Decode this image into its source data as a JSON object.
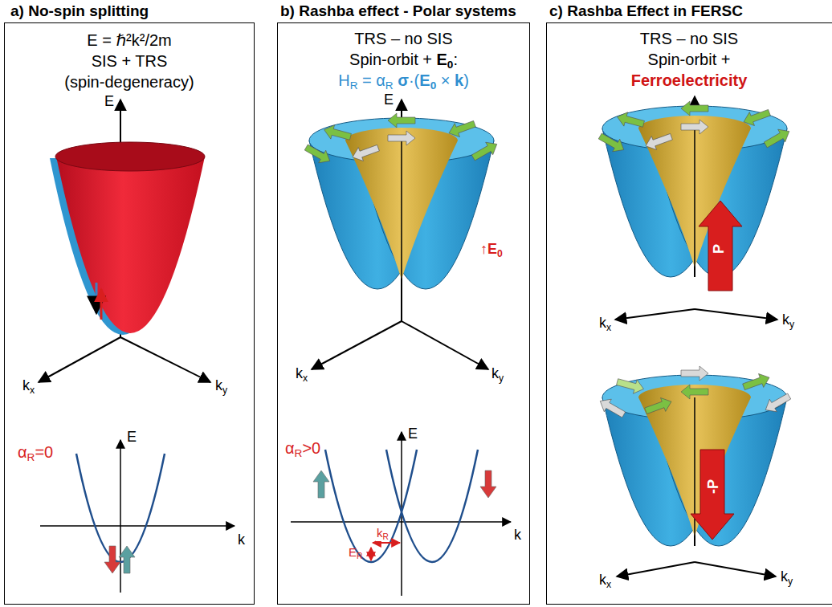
{
  "diagram": {
    "nodes": [
      {
        "text": [
          "a) No-spin splitting",
          "E = ℏ²k²/2m",
          "SIS + TRS",
          "(spin-degeneracy)"
        ]
      },
      {
        "text": [
          "b) Rashba effect - Polar systems",
          "TRS – no SIS",
          "Spin-orbit + E0:",
          "HR = αR σ·(E0 × k)"
        ]
      },
      {
        "text": [
          "c) Rashba Effect in FERSC",
          "TRS – no SIS",
          "Spin-orbit +",
          "Ferroelectricity"
        ]
      }
    ],
    "labels": [
      "E",
      "kx",
      "ky",
      "αR=0",
      "E",
      "k",
      "E",
      "kx",
      "ky",
      "↑E0",
      "αR>0",
      "E",
      "k",
      "kR",
      "ER",
      "kx",
      "ky",
      "P",
      "kx",
      "ky",
      "-P"
    ]
  }
}
